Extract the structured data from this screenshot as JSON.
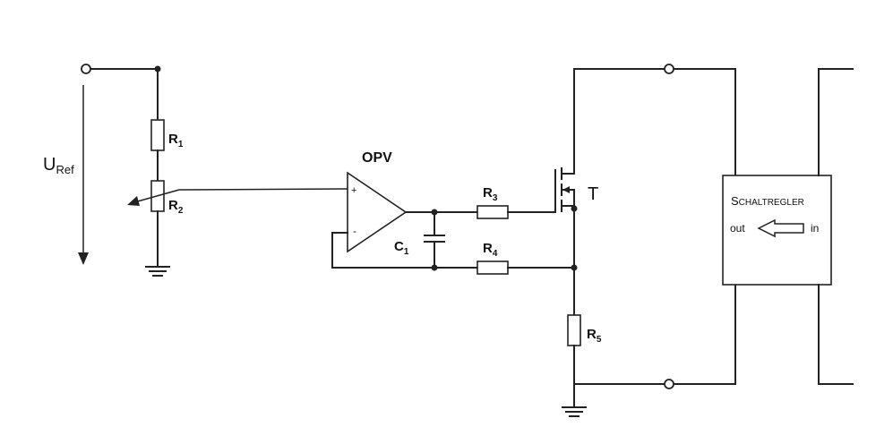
{
  "labels": {
    "uref_main": "U",
    "uref_sub": "Ref",
    "r1_main": "R",
    "r1_sub": "1",
    "r2_main": "R",
    "r2_sub": "2",
    "opv": "OPV",
    "plus": "+",
    "minus": "-",
    "c1_main": "C",
    "c1_sub": "1",
    "r3_main": "R",
    "r3_sub": "3",
    "r4_main": "R",
    "r4_sub": "4",
    "t": "T",
    "r5_main": "R",
    "r5_sub": "5",
    "regler_first": "S",
    "regler_rest": "CHALTREGLER",
    "out": "out",
    "in": "in"
  }
}
